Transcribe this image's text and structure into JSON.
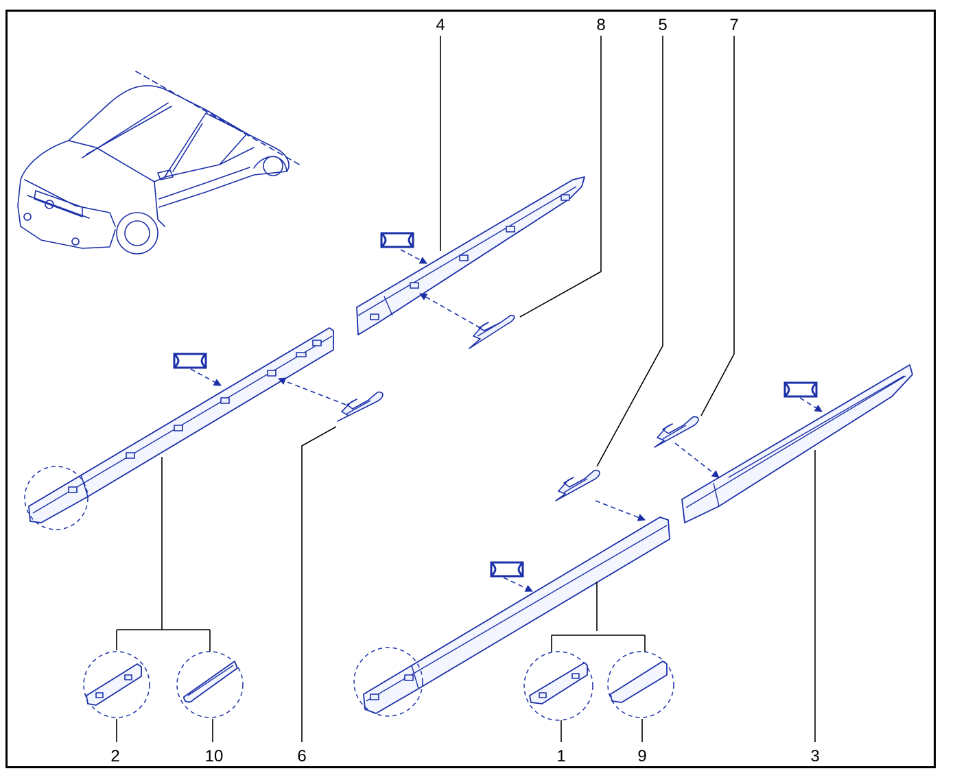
{
  "diagram": {
    "accent_color": "#1b2fa8",
    "line_color": "#000000",
    "callouts": [
      {
        "id": "c4",
        "label": "4"
      },
      {
        "id": "c8",
        "label": "8"
      },
      {
        "id": "c5",
        "label": "5"
      },
      {
        "id": "c7",
        "label": "7"
      },
      {
        "id": "c2",
        "label": "2"
      },
      {
        "id": "c10",
        "label": "10"
      },
      {
        "id": "c6",
        "label": "6"
      },
      {
        "id": "c1",
        "label": "1"
      },
      {
        "id": "c9",
        "label": "9"
      },
      {
        "id": "c3",
        "label": "3"
      }
    ],
    "icons": [
      "car-illustration-icon",
      "adhesive-tape-icon",
      "clip-icon",
      "detail-magnifier-icon",
      "arrow-icon"
    ]
  }
}
